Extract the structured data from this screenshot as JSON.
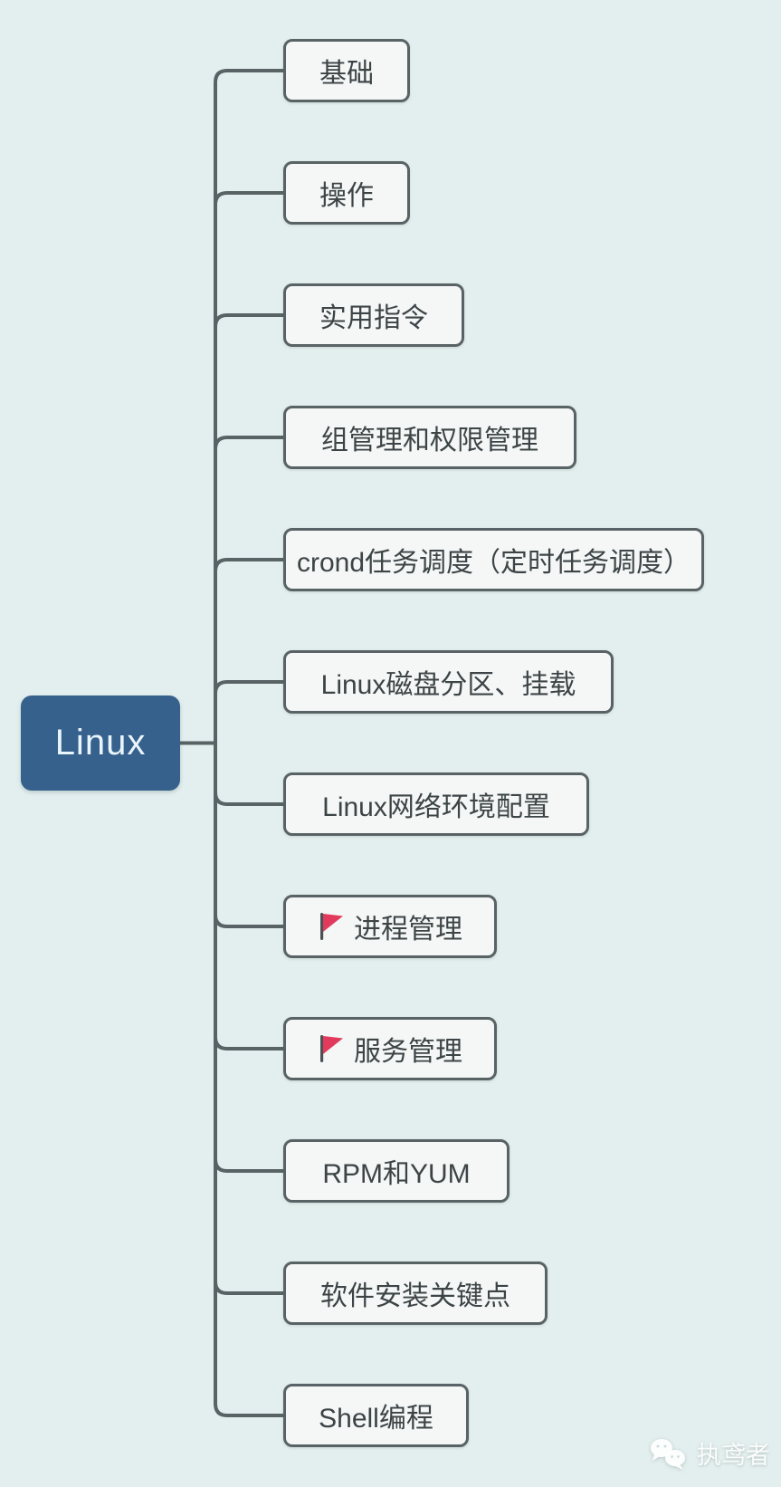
{
  "root": {
    "label": "Linux"
  },
  "children": [
    {
      "label": "基础",
      "flag": false
    },
    {
      "label": "操作",
      "flag": false
    },
    {
      "label": "实用指令",
      "flag": false
    },
    {
      "label": "组管理和权限管理",
      "flag": false
    },
    {
      "label": "crond任务调度（定时任务调度）",
      "flag": false
    },
    {
      "label": "Linux磁盘分区、挂载",
      "flag": false
    },
    {
      "label": "Linux网络环境配置",
      "flag": false
    },
    {
      "label": "进程管理",
      "flag": true
    },
    {
      "label": "服务管理",
      "flag": true
    },
    {
      "label": "RPM和YUM",
      "flag": false
    },
    {
      "label": "软件安装关键点",
      "flag": false
    },
    {
      "label": "Shell编程",
      "flag": false
    }
  ],
  "watermark": {
    "label": "执鸢者",
    "icon": "wechat-bubbles-icon"
  },
  "colors": {
    "background": "#e3efee",
    "node_fill": "#f4f7f6",
    "node_border": "#596264",
    "node_text": "#3d4446",
    "root_fill": "#35618c",
    "root_text": "#eaf4fc",
    "flag_red": "#e23a5c",
    "connector": "#596264"
  }
}
